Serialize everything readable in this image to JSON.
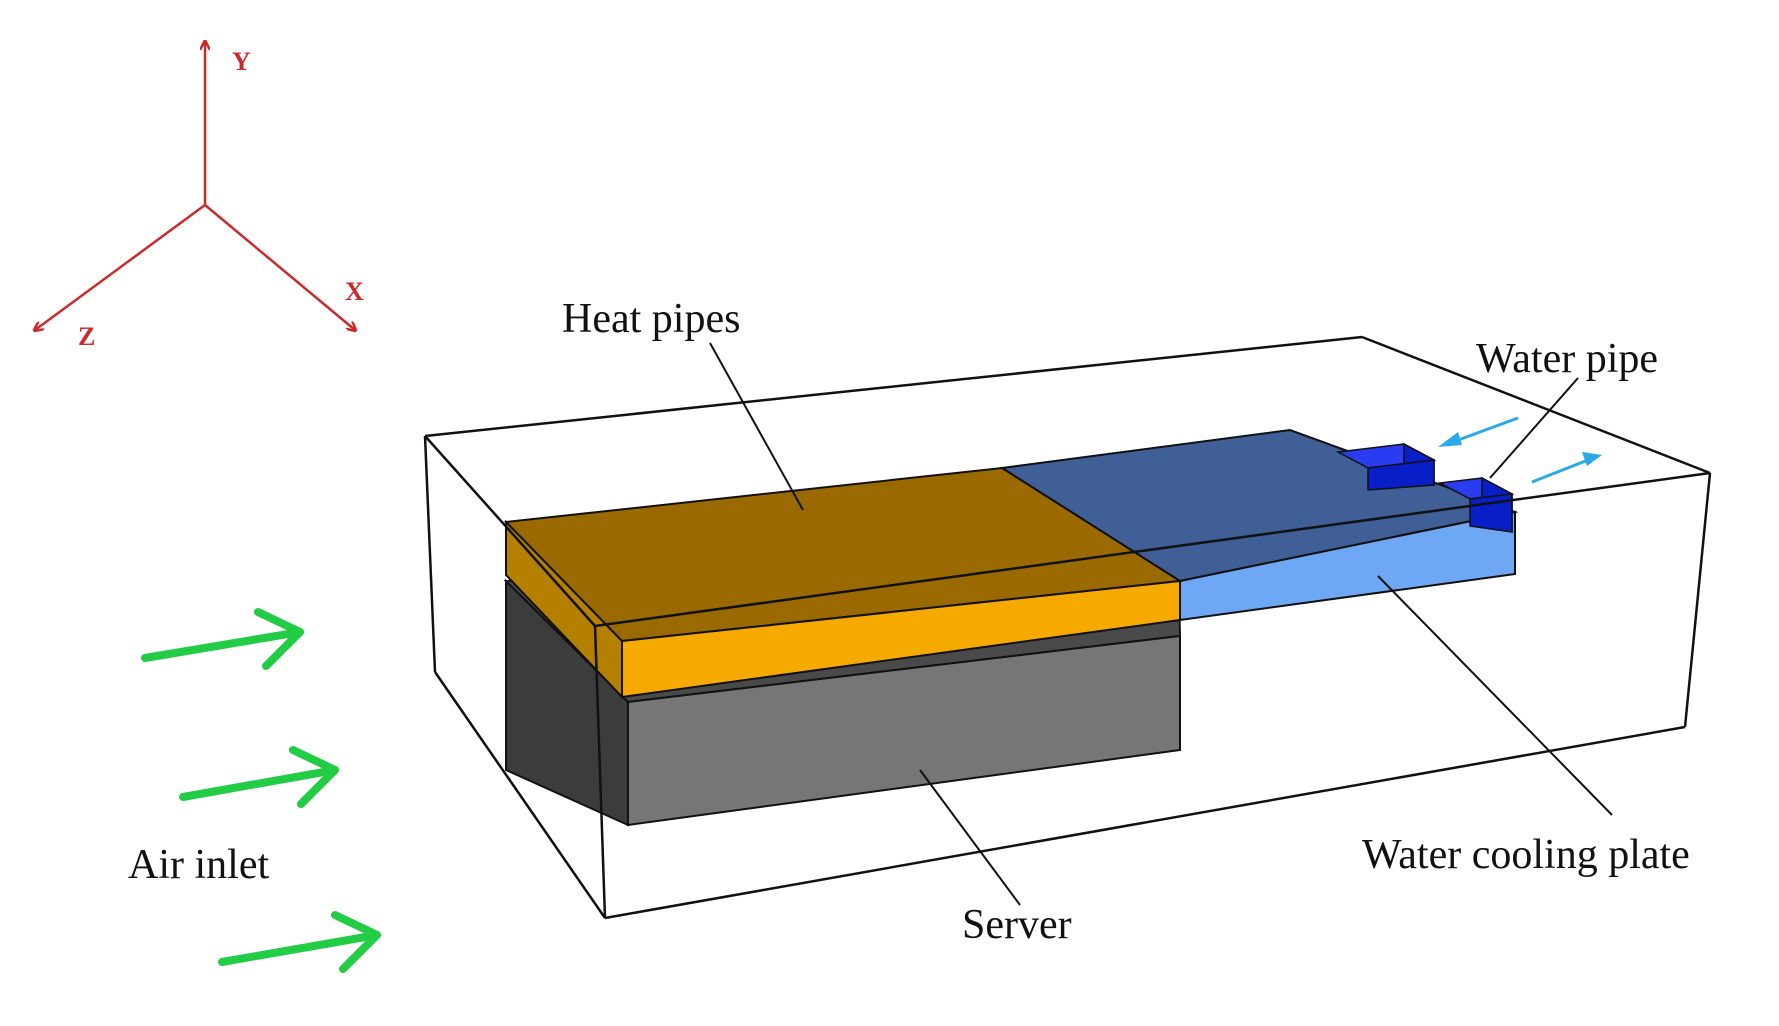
{
  "labels": {
    "heat_pipes": "Heat pipes",
    "water_pipe": "Water pipe",
    "water_cooling_plate": "Water cooling plate",
    "server": "Server",
    "air_inlet": "Air inlet"
  },
  "axes": {
    "x": "X",
    "y": "Y",
    "z": "Z"
  },
  "colors": {
    "axis": "#cc2a2a",
    "air_arrow": "#22cc44",
    "water_arrow": "#2aa8e8",
    "heat_pipe_top": "#9a6a00",
    "heat_pipe_front": "#f6aa00",
    "cooling_plate_top": "#3f5f96",
    "cooling_plate_front": "#6ea8f4",
    "server_top": "#4a4a4a",
    "server_front": "#767676",
    "water_pipe": "#0a1ec8",
    "outline": "#111111"
  }
}
